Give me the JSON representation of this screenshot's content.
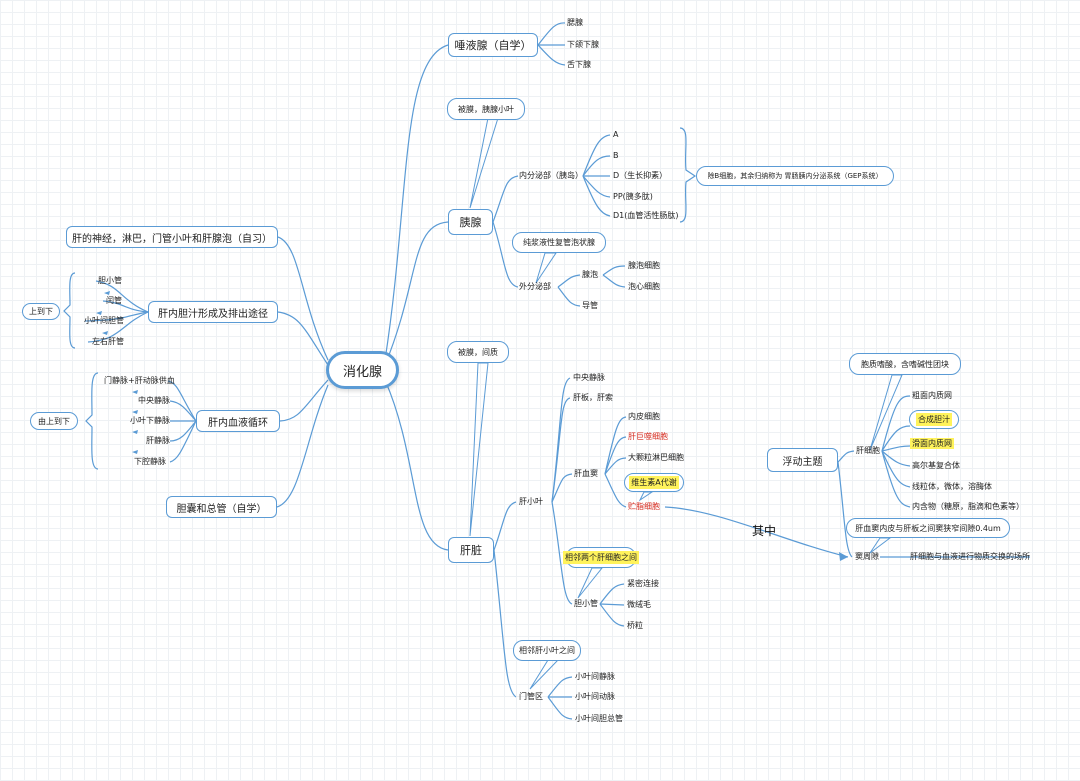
{
  "root": "消化腺",
  "branches": {
    "salivary": {
      "label": "唾液腺（自学）",
      "children": [
        "腮腺",
        "下颌下腺",
        "舌下腺"
      ]
    },
    "pancreas": {
      "label": "胰腺",
      "note": "被膜，胰腺小叶",
      "endocrine": {
        "label": "内分泌部（胰岛）",
        "children": [
          "A",
          "B",
          "D（生长抑素）",
          "PP(胰多肽)",
          "D1(血管活性肠肽)"
        ],
        "summary": "除B细胞，其余归纳称为 胃肠胰内分泌系统（GEP系统）"
      },
      "exocrine": {
        "label": "外分泌部",
        "note": "纯浆液性复管泡状腺",
        "acinus": {
          "label": "腺泡",
          "children": [
            "腺泡细胞",
            "泡心细胞"
          ]
        },
        "duct": "导管"
      }
    },
    "liver": {
      "label": "肝脏",
      "note": "被膜，间质",
      "lobule": {
        "label": "肝小叶",
        "central_vein": "中央静脉",
        "plates": "肝板，肝索",
        "sinusoid": {
          "label": "肝血窦",
          "children": [
            "内皮细胞",
            "肝巨噬细胞",
            "大颗粒淋巴细胞",
            "贮脂细胞"
          ],
          "fat_cell_note": "维生素A代谢"
        },
        "canaliculus": {
          "label": "胆小管",
          "note": "相邻两个肝细胞之间",
          "children": [
            "紧密连接",
            "微绒毛",
            "桥粒"
          ]
        }
      },
      "portal": {
        "label": "门管区",
        "note": "相邻肝小叶之间",
        "children": [
          "小叶间静脉",
          "小叶间动脉",
          "小叶间胆总管"
        ]
      }
    },
    "left": {
      "nerves": "肝的神经，淋巴，门管小叶和肝腺泡（自习）",
      "bile": {
        "label": "肝内胆汁形成及排出途径",
        "direction": "上到下",
        "steps": [
          "胆小管",
          "闰管",
          "小叶间胆管",
          "左右肝管"
        ]
      },
      "blood": {
        "label": "肝内血液循环",
        "direction": "由上到下",
        "steps": [
          "门静脉+肝动脉供血",
          "中央静脉",
          "小叶下静脉",
          "肝静脉",
          "下腔静脉"
        ]
      },
      "gallbladder": "胆囊和总管（自学）"
    },
    "floating": {
      "label": "浮动主题",
      "relation": "其中",
      "hepatocyte": {
        "label": "肝细胞",
        "note": "胞质嗜酸，含嗜碱性团块",
        "rer": "粗面内质网",
        "bile_note": "合成胆汁",
        "ser": "滑面内质网",
        "golgi": "高尔基复合体",
        "items": [
          "线粒体，微体，溶酶体",
          "内含物（糖原，脂滴和色素等）"
        ]
      },
      "space": {
        "label": "窦周隙",
        "note": "肝血窦内皮与肝板之间窦狭窄间隙0.4um",
        "desc": "肝细胞与血液进行物质交换的场所"
      }
    }
  },
  "colors": {
    "line": "#5b9bd5",
    "highlight": "#fff35c",
    "red_text": "#d62a1e"
  }
}
